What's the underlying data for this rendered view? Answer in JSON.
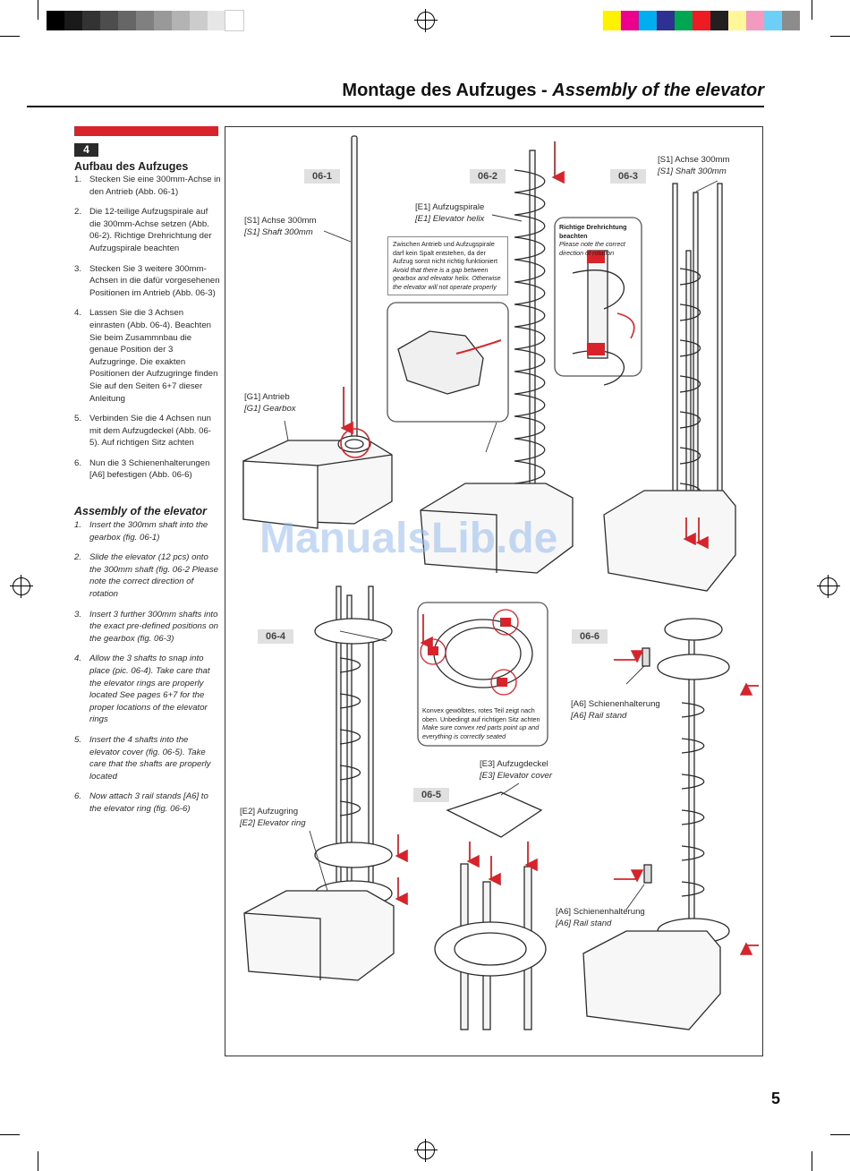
{
  "header": {
    "title_de": "Montage des Aufzuges - ",
    "title_en": "Assembly of the elevator"
  },
  "step": {
    "number": "4",
    "title_de": "Aufbau des Aufzuges",
    "title_en": "Assembly of the elevator",
    "instructions_de": [
      {
        "n": "1.",
        "text": "Stecken Sie eine 300mm-Achse in den Antrieb (Abb. 06-1)"
      },
      {
        "n": "2.",
        "text": "Die 12-teilige Aufzugspirale auf die 300mm-Achse setzen (Abb. 06-2). Richtige Drehrichtung der Aufzugspirale beachten"
      },
      {
        "n": "3.",
        "text": "Stecken Sie 3 weitere 300mm-Achsen in die dafür vorgesehenen Positionen im Antrieb (Abb. 06-3)"
      },
      {
        "n": "4.",
        "text": "Lassen Sie die 3 Achsen einrasten (Abb. 06-4). Beachten Sie beim Zusammnbau die genaue Position der 3 Aufzugringe. Die exakten Positionen der Aufzugringe finden Sie auf den Seiten 6+7 dieser Anleitung"
      },
      {
        "n": "5.",
        "text": "Verbinden Sie die 4 Achsen nun mit dem Aufzugdeckel (Abb. 06-5). Auf richtigen Sitz achten"
      },
      {
        "n": "6.",
        "text": "Nun die 3 Schienenhalterungen [A6] befestigen (Abb. 06-6)"
      }
    ],
    "instructions_en": [
      {
        "n": "1.",
        "text": "Insert the 300mm shaft into the gearbox (fig. 06-1)"
      },
      {
        "n": "2.",
        "text": "Slide the elevator (12 pcs) onto the 300mm shaft (fig. 06-2 Please note the correct direction of rotation"
      },
      {
        "n": "3.",
        "text": "Insert 3 further 300mm shafts into the exact pre-defined positions on the gearbox (fig. 06-3)"
      },
      {
        "n": "4.",
        "text": "Allow the 3 shafts to snap into place (pic. 06-4). Take care that the elevator rings are properly located See pages 6+7 for the proper locations of the elevator rings"
      },
      {
        "n": "5.",
        "text": "Insert the 4 shafts into the elevator cover (fig. 06-5). Take care that the shafts are properly located"
      },
      {
        "n": "6.",
        "text": "Now attach 3 rail stands [A6] to the elevator ring (fig. 06-6)"
      }
    ]
  },
  "figures": {
    "labels": [
      "06-1",
      "06-2",
      "06-3",
      "06-4",
      "06-5",
      "06-6"
    ],
    "callouts": {
      "s1_left_de": "[S1] Achse 300mm",
      "s1_left_en": "[S1] Shaft 300mm",
      "g1_de": "[G1] Antrieb",
      "g1_en": "[G1] Gearbox",
      "e1_de": "[E1] Aufzugspirale",
      "e1_en": "[E1] Elevator helix",
      "s1_right_de": "[S1] Achse 300mm",
      "s1_right_en": "[S1] Shaft 300mm",
      "e2_de": "[E2] Aufzugring",
      "e2_en": "[E2] Elevator ring",
      "e3_de": "[E3] Aufzugdeckel",
      "e3_en": "[E3] Elevator cover",
      "a6_top_de": "[A6] Schienenhalterung",
      "a6_top_en": "[A6] Rail stand",
      "a6_bottom_de": "[A6] Schienenhalterung",
      "a6_bottom_en": "[A6] Rail stand"
    },
    "notes": {
      "gap_de": "Zwischen Antrieb und Aufzugspirale darf kein Spalt entstehen, da der Aufzug sonst nicht richtig funktioniert",
      "gap_en": "Avoid that there is a gap between gearbox and elevator helix. Otherwise the elevator will not operate properly",
      "rotation_de": "Richtige Drehrichtung beachten",
      "rotation_en": "Please note the correct direction of rotation",
      "convex_de": "Konvex gewölbtes, rotes Teil zeigt nach oben. Unbedingt auf richtigen Sitz achten",
      "convex_en": "Make sure convex red parts point up and everything is correctly seated"
    }
  },
  "watermark": "ManualsLib.de",
  "page_number": "5",
  "colors": {
    "accent_red": "#d9232a",
    "arrow_red": "#d9232a",
    "label_bg": "#e0e0e0",
    "watermark": "#8fb6ee"
  }
}
